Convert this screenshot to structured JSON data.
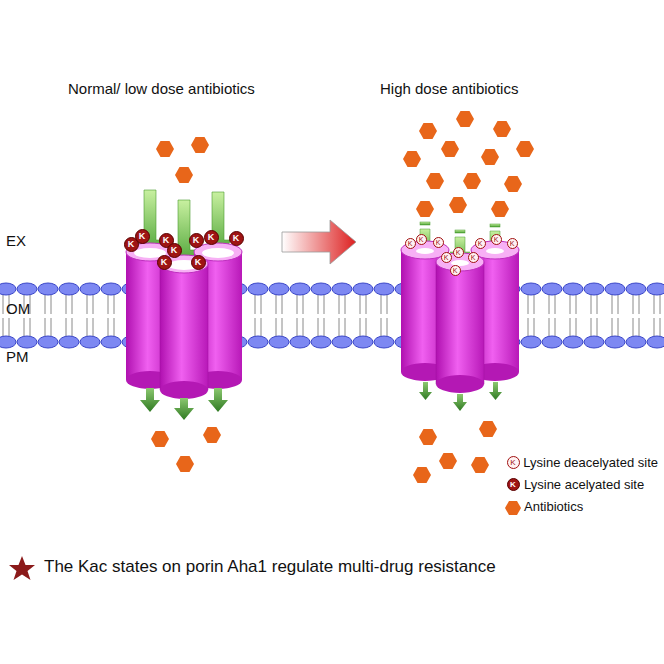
{
  "diagram": {
    "caption": "The Kac states on porin Aha1 regulate multi-drug resistance",
    "labels": [
      "Normal/ low dose antibiotics",
      "High dose antibiotics",
      "EX",
      "OM",
      "PM",
      "K",
      "K",
      "K",
      "K",
      "K",
      "K",
      "K",
      "K",
      "K",
      "K",
      "K",
      "K",
      "K",
      "K",
      "K",
      "K",
      "K",
      "K",
      "K",
      "K",
      "K"
    ],
    "legend": [
      {
        "text": "Lysine deacelyated site"
      },
      {
        "text": "Lysine acelyated site"
      },
      {
        "text": "Antibiotics",
        "color": "#e8661a"
      }
    ]
  }
}
